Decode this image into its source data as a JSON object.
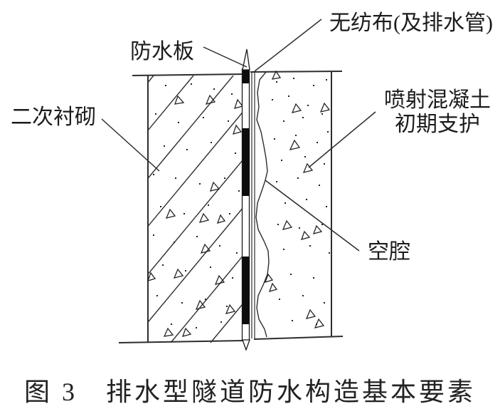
{
  "figure": {
    "type": "tunnel-waterproofing-construction-diagram",
    "labels": {
      "nonwoven_fabric": "无纺布(及排水管)",
      "waterproof_board": "防水板",
      "secondary_lining": "二次衬砌",
      "shotcrete_support_line1": "喷射混凝土",
      "shotcrete_support_line2": "初期支护",
      "cavity": "空腔"
    },
    "caption": "图 3　排水型隧道防水构造基本要素",
    "colors": {
      "line": "#2d2d2d",
      "text": "#1c1c1c",
      "membrane_fill": "#0d0d0d",
      "background": "#ffffff"
    }
  }
}
